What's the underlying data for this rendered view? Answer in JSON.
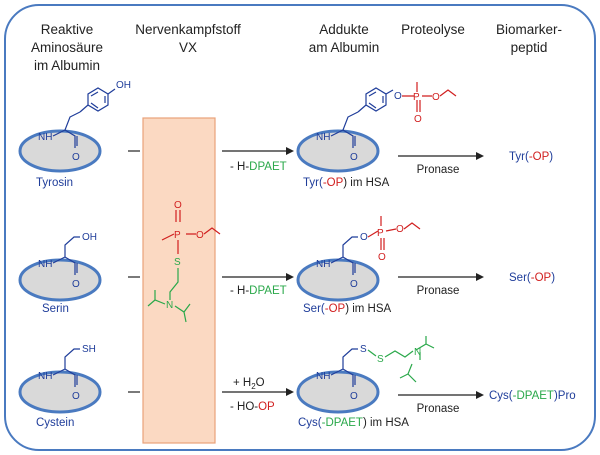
{
  "headers": {
    "col1": [
      "Reaktive",
      "Aminosäure",
      "im Albumin"
    ],
    "col2": [
      "Nervenkampfstoff",
      "VX"
    ],
    "col3": [
      "Addukte",
      "am Albumin"
    ],
    "col4": [
      "Proteolyse"
    ],
    "col5": [
      "Biomarker-",
      "peptid"
    ]
  },
  "atoms": {
    "OH": "OH",
    "NH": "NH",
    "O": "O",
    "S": "S",
    "N": "N",
    "P": "P",
    "SH": "SH",
    "H": "H"
  },
  "rows": [
    {
      "amino_name": "Tyrosin",
      "step_prefix": "- H-",
      "step_group": "DPAET",
      "adduct_pre": "Tyr(",
      "adduct_op": "-OP",
      "adduct_post": ") im HSA",
      "enzyme": "Pronase",
      "bio_pre": "Tyr(",
      "bio_op": "-OP",
      "bio_post": ")"
    },
    {
      "amino_name": "Serin",
      "step_prefix": "- H-",
      "step_group": "DPAET",
      "adduct_pre": "Ser(",
      "adduct_op": "-OP",
      "adduct_post": ") im HSA",
      "enzyme": "Pronase",
      "bio_pre": "Ser(",
      "bio_op": "-OP",
      "bio_post": ")"
    },
    {
      "amino_name": "Cystein",
      "step_top": "+ H",
      "step_top_sub": "2",
      "step_top_end": "O",
      "step_prefix": "- HO-",
      "step_group": "OP",
      "adduct_pre": "Cys(",
      "adduct_op": "-DPAET",
      "adduct_post": ") im HSA",
      "enzyme": "Pronase",
      "bio_pre": "Cys(",
      "bio_op": "-DPAET",
      "bio_post": ")Pro"
    }
  ],
  "colors": {
    "amino": "#1f3d9a",
    "op": "#d11f1f",
    "dpaet": "#2aa84a",
    "albumin_ring": "#4a7ac0",
    "albumin_fill": "#d9d9d9",
    "agent_box": "#fbd9c2"
  }
}
